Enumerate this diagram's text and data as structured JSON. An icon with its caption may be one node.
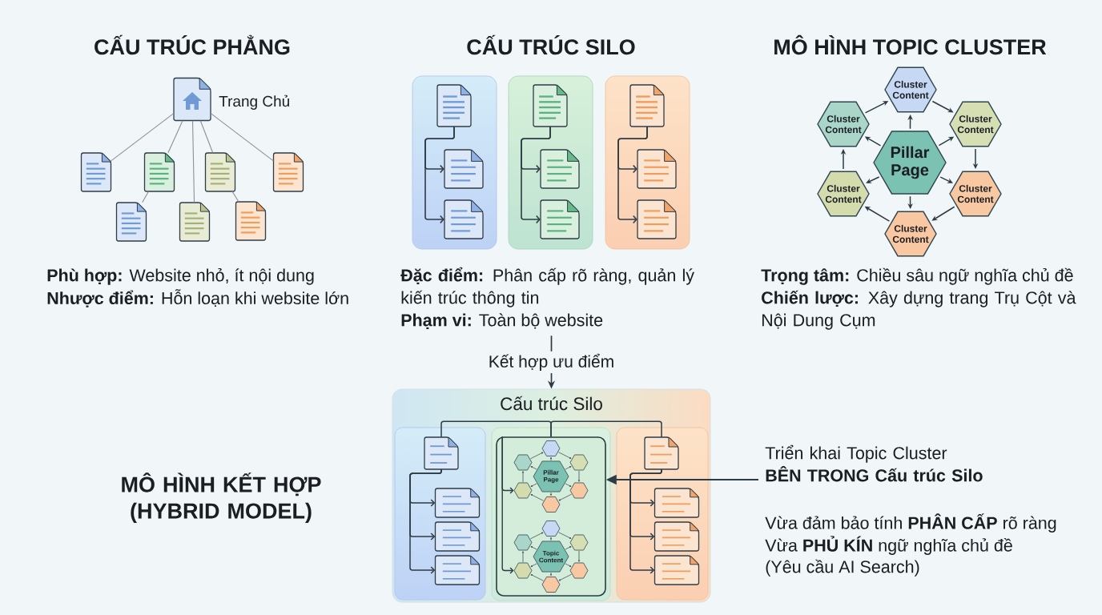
{
  "diagram": {
    "nodes": [
      {
        "text": [
          "Trang Chủ"
        ]
      },
      {
        "text": [],
        "shape": "document"
      },
      {
        "text": [],
        "shape": "document"
      },
      {
        "text": [],
        "shape": "document"
      },
      {
        "text": [],
        "shape": "document"
      },
      {
        "text": [],
        "shape": "document"
      },
      {
        "text": [],
        "shape": "document"
      },
      {
        "text": [],
        "shape": "document"
      },
      {
        "text": [],
        "shape": "box"
      },
      {
        "text": [],
        "shape": "document",
        "in": 8
      },
      {
        "text": [],
        "shape": "document",
        "in": 8
      },
      {
        "text": [],
        "shape": "document",
        "in": 8
      },
      {
        "text": [],
        "shape": "box"
      },
      {
        "text": [],
        "shape": "document",
        "in": 12
      },
      {
        "text": [],
        "shape": "document",
        "in": 12
      },
      {
        "text": [],
        "shape": "document",
        "in": 12
      },
      {
        "text": [],
        "shape": "box"
      },
      {
        "text": [],
        "shape": "document",
        "in": 16
      },
      {
        "text": [],
        "shape": "document",
        "in": 16
      },
      {
        "text": [],
        "shape": "document",
        "in": 16
      },
      {
        "text": [
          "Cluster Content"
        ]
      },
      {
        "text": [
          "Cluster Content"
        ]
      },
      {
        "text": [
          "Cluster Content"
        ]
      },
      {
        "text": [
          "Pillar Page"
        ]
      },
      {
        "text": [
          "Cluster Content"
        ]
      },
      {
        "text": [
          "Cluster Content"
        ]
      },
      {
        "text": [
          "Cluster Content"
        ]
      },
      {
        "text": [
          "Cấu trúc Silo"
        ]
      },
      {
        "text": [],
        "shape": "box",
        "in": 27
      },
      {
        "text": [],
        "shape": "document",
        "in": 28
      },
      {
        "text": [],
        "shape": "document",
        "in": 28
      },
      {
        "text": [],
        "shape": "document",
        "in": 28
      },
      {
        "text": [],
        "shape": "document",
        "in": 28
      },
      {
        "text": [],
        "shape": "box",
        "in": 27
      },
      {
        "text": [],
        "shape": "box",
        "in": 33
      },
      {
        "text": [],
        "shape": "hexagon",
        "in": 34
      },
      {
        "text": [],
        "shape": "hexagon",
        "in": 34
      },
      {
        "text": [],
        "shape": "hexagon",
        "in": 34
      },
      {
        "text": [
          "Pillar Page"
        ],
        "in": 34
      },
      {
        "text": [],
        "shape": "hexagon",
        "in": 34
      },
      {
        "text": [],
        "shape": "hexagon",
        "in": 34
      },
      {
        "text": [],
        "shape": "hexagon",
        "in": 34
      },
      {
        "text": [],
        "shape": "hexagon",
        "in": 34
      },
      {
        "text": [],
        "shape": "hexagon",
        "in": 34
      },
      {
        "text": [],
        "shape": "hexagon",
        "in": 34
      },
      {
        "text": [
          "Topic Content"
        ],
        "in": 34
      },
      {
        "text": [],
        "shape": "hexagon",
        "in": 34
      },
      {
        "text": [],
        "shape": "hexagon",
        "in": 34
      },
      {
        "text": [],
        "shape": "hexagon",
        "in": 34
      },
      {
        "text": [],
        "shape": "box",
        "in": 27
      },
      {
        "text": [],
        "shape": "document",
        "in": 49
      },
      {
        "text": [],
        "shape": "document",
        "in": 49
      },
      {
        "text": [],
        "shape": "document",
        "in": 49
      },
      {
        "text": [],
        "shape": "document",
        "in": 49
      },
      {
        "text": [
          "Triển khai Topic Cluster **BÊN TRONG Cấu trúc Silo**"
        ]
      },
      {
        "text": [
          "**Phạm vi:** Toàn bộ website"
        ]
      }
    ],
    "edges": [
      {
        "from": 0,
        "to": 1,
        "arrow": "none",
        "color": "#8a9099"
      },
      {
        "from": 0,
        "to": 2,
        "arrow": "none",
        "color": "#8a9099"
      },
      {
        "from": 0,
        "to": 6,
        "arrow": "none",
        "color": "#8a9099"
      },
      {
        "from": 0,
        "to": 3,
        "arrow": "none",
        "color": "#8a9099"
      },
      {
        "from": 0,
        "to": 4,
        "arrow": "none",
        "color": "#8a9099"
      },
      {
        "from": 2,
        "to": 5,
        "arrow": "none",
        "color": "#8a9099"
      },
      {
        "from": 3,
        "to": 7,
        "arrow": "none",
        "color": "#8a9099"
      },
      {
        "from": 9,
        "to": 10,
        "arrow": "to"
      },
      {
        "from": 9,
        "to": 11,
        "arrow": "to"
      },
      {
        "from": 13,
        "to": 14,
        "arrow": "to"
      },
      {
        "from": 13,
        "to": 15,
        "arrow": "to"
      },
      {
        "from": 17,
        "to": 18,
        "arrow": "to"
      },
      {
        "from": 17,
        "to": 19,
        "arrow": "to"
      },
      {
        "from": 23,
        "to": 20,
        "arrow": "to"
      },
      {
        "from": 23,
        "to": 21,
        "arrow": "to"
      },
      {
        "from": 23,
        "to": 22,
        "arrow": "to"
      },
      {
        "from": 23,
        "to": 24,
        "arrow": "to"
      },
      {
        "from": 23,
        "to": 25,
        "arrow": "to"
      },
      {
        "from": 23,
        "to": 26,
        "arrow": "to"
      },
      {
        "from": 21,
        "to": 20,
        "arrow": "to"
      },
      {
        "from": 20,
        "to": 22,
        "arrow": "to"
      },
      {
        "from": 22,
        "to": 25,
        "arrow": "to"
      },
      {
        "from": 25,
        "to": 26,
        "arrow": "to"
      },
      {
        "from": 26,
        "to": 24,
        "arrow": "to"
      },
      {
        "from": 24,
        "to": 21,
        "arrow": "to"
      },
      {
        "from": 55,
        "to": 27,
        "arrow": "to",
        "label": "Kết hợp ưu điểm"
      },
      {
        "from": 34,
        "to": 29,
        "arrow": "none"
      },
      {
        "from": 34,
        "to": 50,
        "arrow": "none"
      },
      {
        "from": 29,
        "to": 30,
        "arrow": "to"
      },
      {
        "from": 29,
        "to": 31,
        "arrow": "to"
      },
      {
        "from": 29,
        "to": 32,
        "arrow": "to"
      },
      {
        "from": 34,
        "to": 39,
        "arrow": "to"
      },
      {
        "from": 34,
        "to": 46,
        "arrow": "to"
      },
      {
        "from": 38,
        "to": 35,
        "arrow": "to"
      },
      {
        "from": 38,
        "to": 36,
        "arrow": "to"
      },
      {
        "from": 38,
        "to": 37,
        "arrow": "to"
      },
      {
        "from": 38,
        "to": 39,
        "arrow": "to"
      },
      {
        "from": 38,
        "to": 40,
        "arrow": "to"
      },
      {
        "from": 38,
        "to": 41,
        "arrow": "to"
      },
      {
        "from": 36,
        "to": 35,
        "arrow": "to"
      },
      {
        "from": 35,
        "to": 37,
        "arrow": "to"
      },
      {
        "from": 37,
        "to": 40,
        "arrow": "to"
      },
      {
        "from": 40,
        "to": 41,
        "arrow": "to"
      },
      {
        "from": 41,
        "to": 39,
        "arrow": "to"
      },
      {
        "from": 39,
        "to": 36,
        "arrow": "to"
      },
      {
        "from": 45,
        "to": 42,
        "arrow": "to"
      },
      {
        "from": 45,
        "to": 43,
        "arrow": "to"
      },
      {
        "from": 45,
        "to": 44,
        "arrow": "to"
      },
      {
        "from": 45,
        "to": 46,
        "arrow": "to"
      },
      {
        "from": 45,
        "to": 47,
        "arrow": "to"
      },
      {
        "from": 45,
        "to": 48,
        "arrow": "to"
      },
      {
        "from": 43,
        "to": 42,
        "arrow": "to"
      },
      {
        "from": 42,
        "to": 44,
        "arrow": "to"
      },
      {
        "from": 44,
        "to": 47,
        "arrow": "to"
      },
      {
        "from": 47,
        "to": 48,
        "arrow": "to"
      },
      {
        "from": 48,
        "to": 46,
        "arrow": "to"
      },
      {
        "from": 46,
        "to": 43,
        "arrow": "to"
      },
      {
        "from": 50,
        "to": 51,
        "arrow": "to"
      },
      {
        "from": 50,
        "to": 52,
        "arrow": "to"
      },
      {
        "from": 50,
        "to": 53,
        "arrow": "to"
      },
      {
        "from": 54,
        "to": 34,
        "arrow": "to"
      }
    ],
    "labels": [
      "CẤU TRÚC PHẲNG",
      "CẤU TRÚC SILO",
      "MÔ HÌNH TOPIC CLUSTER",
      "**Phù hợp:** Website nhỏ, ít nội dung",
      "**Nhược điểm:** Hỗn loạn khi website lớn",
      "**Đặc điểm:** Phân cấp rõ ràng, quản lý kiến trúc thông tin",
      "**Trọng tâm:** Chiều sâu ngữ nghĩa chủ đề",
      "**Chiến lược:** Xây dựng trang Trụ Cột và Nội Dung Cụm",
      "MÔ HÌNH KẾT HỢP (HYBRID MODEL)",
      "Vừa đảm bảo tính **PHÂN CẤP** rõ ràng",
      "Vừa **PHỦ KÍN** ngữ nghĩa chủ đề",
      "(Yêu cầu AI Search)"
    ]
  }
}
